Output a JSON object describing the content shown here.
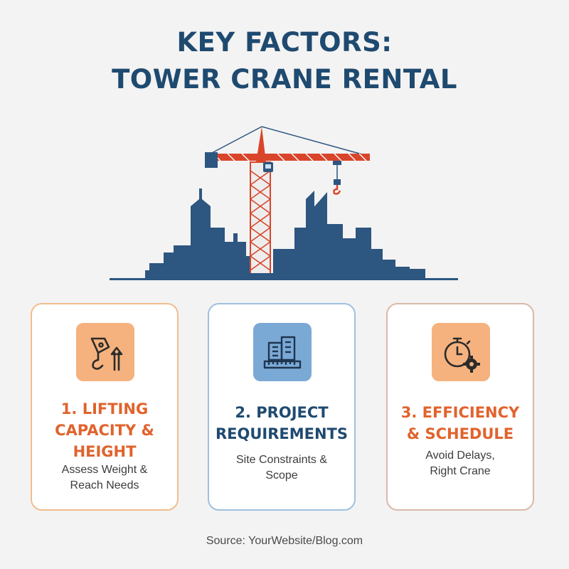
{
  "title": {
    "line1": "KEY FACTORS:",
    "line2": "TOWER CRANE RENTAL"
  },
  "illustration": {
    "crane_icon": "tower-crane",
    "skyline_icon": "city-skyline",
    "colors": {
      "crane": "#d9452b",
      "mast": "#e9e9e9",
      "skyline": "#2d5680"
    }
  },
  "cards": [
    {
      "title_lines": [
        "1. LIFTING",
        "CAPACITY &",
        "HEIGHT"
      ],
      "desc_lines": [
        "Assess Weight &",
        "Reach Needs"
      ],
      "icon": "hook-arrow-up-icon",
      "accent": "#e0632d"
    },
    {
      "title_lines": [
        "2. PROJECT",
        "REQUIREMENTS"
      ],
      "desc_lines": [
        "Site Constraints &",
        "Scope"
      ],
      "icon": "building-ruler-icon",
      "accent": "#1f4a70"
    },
    {
      "title_lines": [
        "3. EFFICIENCY",
        "& SCHEDULE"
      ],
      "desc_lines": [
        "Avoid Delays,",
        "Right Crane"
      ],
      "icon": "stopwatch-gear-icon",
      "accent": "#e0632d"
    }
  ],
  "source": "Source: YourWebsite/Blog.com"
}
